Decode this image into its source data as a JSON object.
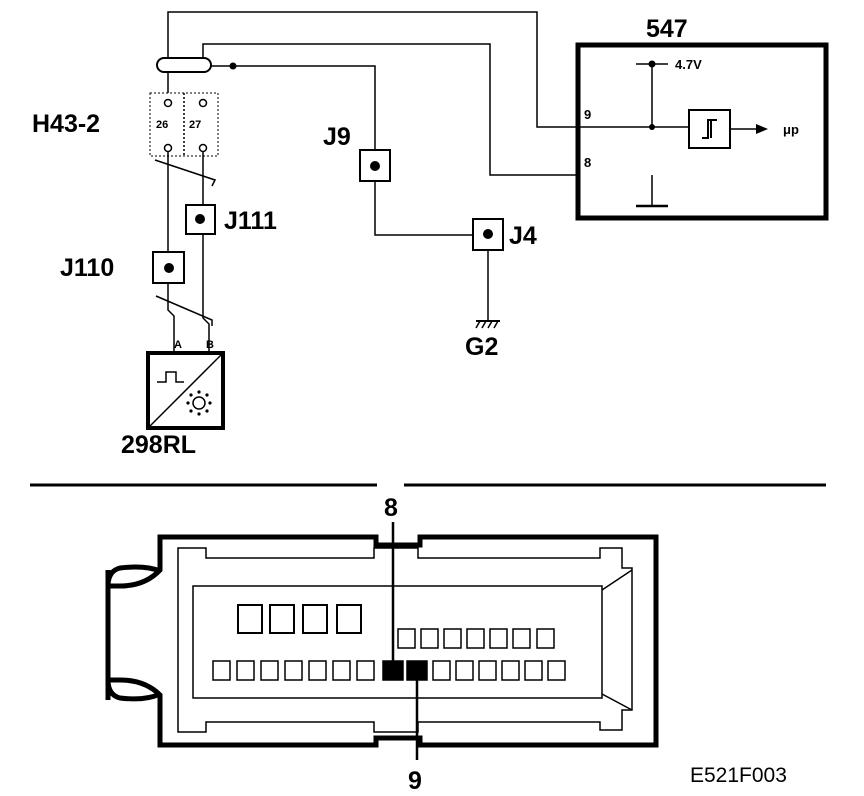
{
  "diagram": {
    "ecu": {
      "id": "547",
      "voltage": "4.7V",
      "pin_9": "9",
      "pin_8": "8",
      "output": "μp"
    },
    "connector_h43": {
      "id": "H43-2",
      "pin_a": "26",
      "pin_b": "27"
    },
    "junctions": {
      "j9": "J9",
      "j111": "J111",
      "j110": "J110",
      "j4": "J4"
    },
    "ground": "G2",
    "sensor": {
      "id": "298RL",
      "pin_a": "A",
      "pin_b": "B"
    },
    "connector_view": {
      "pin_8": "8",
      "pin_9": "9"
    },
    "figure_code": "E521F003"
  }
}
